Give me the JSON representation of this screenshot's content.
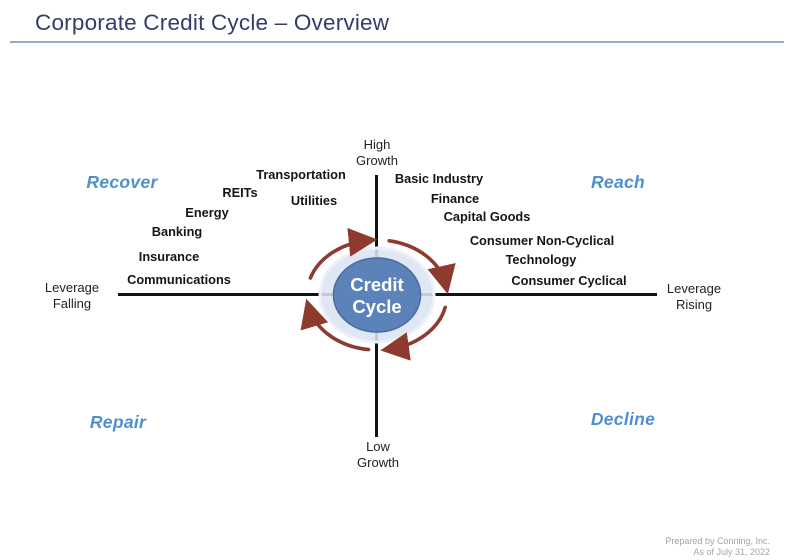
{
  "title": "Corporate Credit Cycle – Overview",
  "axes": {
    "top_label": "High\nGrowth",
    "bottom_label": "Low\nGrowth",
    "left_label": "Leverage\nFalling",
    "right_label": "Leverage\nRising"
  },
  "quadrants": {
    "top_left": "Recover",
    "top_right": "Reach",
    "bottom_left": "Repair",
    "bottom_right": "Decline"
  },
  "center": {
    "line1": "Credit",
    "line2": "Cycle"
  },
  "sectors": [
    "Transportation",
    "REITs",
    "Utilities",
    "Energy",
    "Banking",
    "Insurance",
    "Communications",
    "Basic Industry",
    "Finance",
    "Capital Goods",
    "Consumer Non-Cyclical",
    "Technology",
    "Consumer Cyclical"
  ],
  "footer": {
    "line1": "Prepared by Conning, Inc.",
    "line2": "As of July 31, 2022"
  },
  "colors": {
    "title_navy": "#343c6d",
    "header_rule": "#93abcb",
    "quadrant_blue": "#4f8fce",
    "arrow_red": "#8e3a2e",
    "cycle_fill": "#5b83ba",
    "cycle_halo": "#dbe3f3",
    "axis_line": "#121212",
    "footer_gray": "#a3a3a3"
  }
}
